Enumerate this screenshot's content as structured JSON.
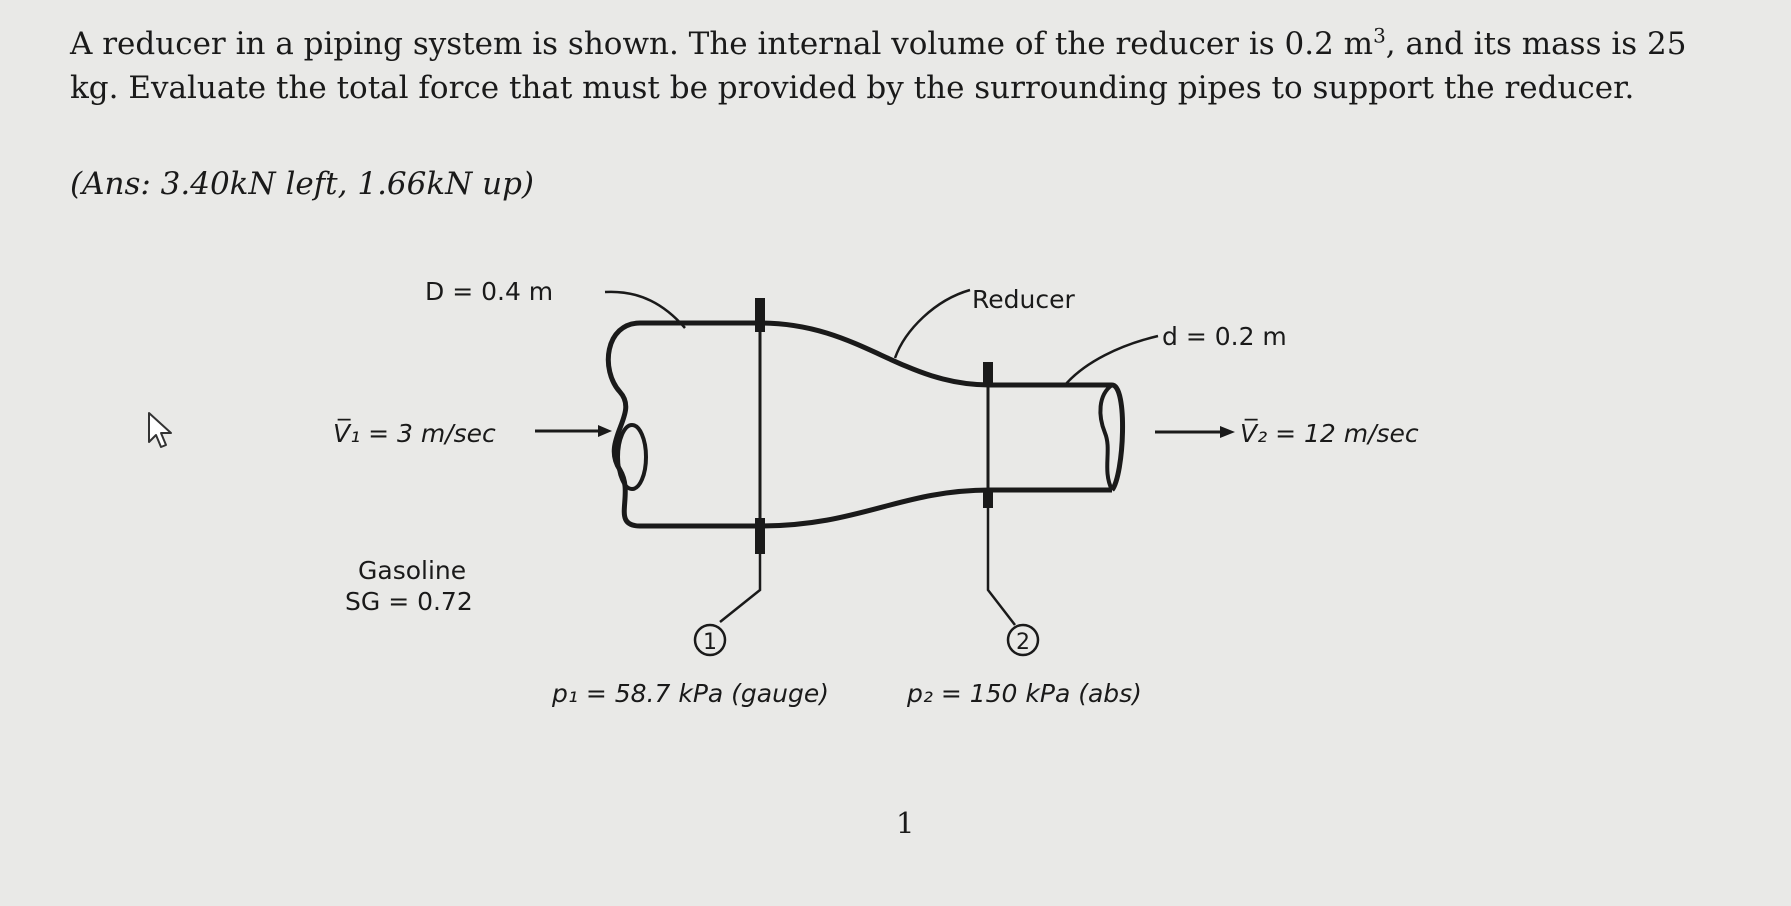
{
  "problem": {
    "text_part1": "A reducer in a piping system is shown. The internal volume of the reducer is 0.2 m",
    "sup": "3",
    "text_part2": ", and its mass is 25 kg. Evaluate the total force that must be provided by the surrounding pipes to support the reducer.",
    "answer": "(Ans: 3.40kN left, 1.66kN up)"
  },
  "diagram": {
    "D_label": "D = 0.4 m",
    "reducer_label": "Reducer",
    "d_label": "d = 0.2 m",
    "v1_label": "V̅₁ = 3 m/sec",
    "v2_label": "V̅₂ = 12 m/sec",
    "fluid_label": "Gasoline",
    "sg_label": "SG = 0.72",
    "section1": "1",
    "section2": "2",
    "p1_label": "p₁ = 58.7 kPa (gauge)",
    "p2_label": "p₂ = 150 kPa (abs)"
  },
  "page_number": "1"
}
